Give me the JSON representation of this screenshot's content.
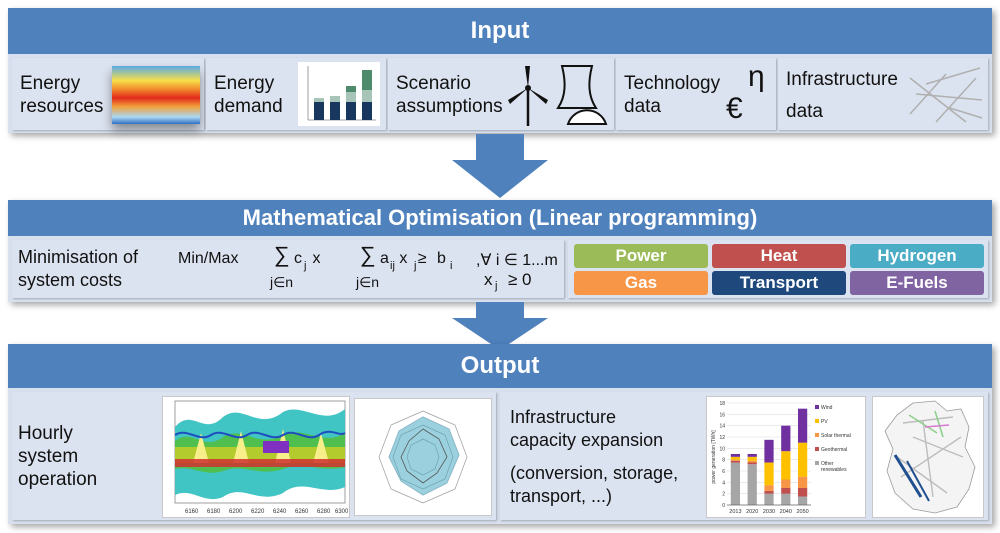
{
  "input": {
    "title": "Input",
    "items": [
      {
        "line1": "Energy",
        "line2": "resources"
      },
      {
        "line1": "Energy",
        "line2": "demand"
      },
      {
        "line1": "Scenario",
        "line2": "assumptions"
      },
      {
        "line1": "Technology",
        "line2": "data",
        "symbol_eta": "η",
        "symbol_euro": "€"
      },
      {
        "line1": "Infrastructure",
        "line2": "data"
      }
    ]
  },
  "optimisation": {
    "title": "Mathematical Optimisation (Linear programming)",
    "label_line1": "Minimisation of",
    "label_line2": "system costs",
    "minmax": "Min/Max",
    "sum": "∑",
    "objective_term": "c x",
    "objective_sub": "j",
    "objective_index": "j∈n",
    "constraint_term": "a x ≥ b",
    "constraint_subs": [
      "ij",
      "j",
      "i"
    ],
    "constraint_index": "j∈n",
    "forall": ",∀ i ∈ 1...m",
    "nonneg_var": "x",
    "nonneg_sub": "j",
    "nonneg_rest": "≥ 0",
    "sectors": [
      {
        "name": "Power",
        "color": "#9bbb59"
      },
      {
        "name": "Heat",
        "color": "#c0504d"
      },
      {
        "name": "Hydrogen",
        "color": "#4bacc6"
      },
      {
        "name": "Gas",
        "color": "#f79646"
      },
      {
        "name": "Transport",
        "color": "#1f497d"
      },
      {
        "name": "E-Fuels",
        "color": "#8064a2"
      }
    ]
  },
  "output": {
    "title": "Output",
    "hourly": {
      "line1": "Hourly",
      "line2": "system",
      "line3": "operation"
    },
    "hourly_ticks": [
      "6160",
      "6180",
      "6200",
      "6220",
      "6240",
      "6260",
      "6280",
      "6300"
    ],
    "infra": {
      "line1": "Infrastructure",
      "line2": "capacity expansion",
      "line3": "(conversion, storage,",
      "line4": "transport, ...)"
    },
    "colors": {
      "primary": "#4f81bd",
      "panel": "#d8e0ef",
      "arrow": "#4f81bd"
    }
  },
  "chart_data": [
    {
      "type": "bar",
      "stacked": true,
      "categories": [
        "2013",
        "2020",
        "2030",
        "2040",
        "2050"
      ],
      "ylabel": "power generation [TWh]",
      "ylim": [
        0,
        18
      ],
      "yticks": [
        0,
        2,
        4,
        6,
        8,
        10,
        12,
        14,
        16,
        18
      ],
      "legend_position": "right",
      "series": [
        {
          "name": "Other renewables",
          "color": "#a6a6a6",
          "values": [
            7.5,
            7.2,
            2.0,
            2.0,
            1.5
          ]
        },
        {
          "name": "Geothermal",
          "color": "#c0504d",
          "values": [
            0.3,
            0.3,
            0.5,
            1.0,
            1.5
          ]
        },
        {
          "name": "Solar thermal",
          "color": "#f79646",
          "values": [
            0.2,
            0.3,
            1.0,
            1.5,
            2.0
          ]
        },
        {
          "name": "PV",
          "color": "#ffc000",
          "values": [
            0.5,
            0.7,
            4.0,
            5.0,
            6.0
          ]
        },
        {
          "name": "Wind",
          "color": "#7030a0",
          "values": [
            0.5,
            0.5,
            4.0,
            4.5,
            6.0
          ]
        }
      ]
    }
  ]
}
